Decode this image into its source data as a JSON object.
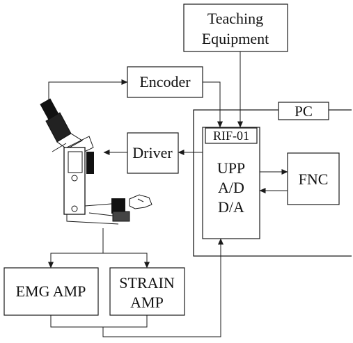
{
  "diagram": {
    "teaching_equipment": [
      "Teaching",
      "Equipment"
    ],
    "encoder": "Encoder",
    "pc": "PC",
    "rif": "RIF-01",
    "driver": "Driver",
    "board_lines": [
      "UPP",
      "A/D",
      "D/A"
    ],
    "fnc": "FNC",
    "emg_amp": "EMG AMP",
    "strain_amp": [
      "STRAIN",
      "AMP"
    ]
  },
  "colors": {
    "ink": "#1a1a1a",
    "paper": "#ffffff"
  }
}
